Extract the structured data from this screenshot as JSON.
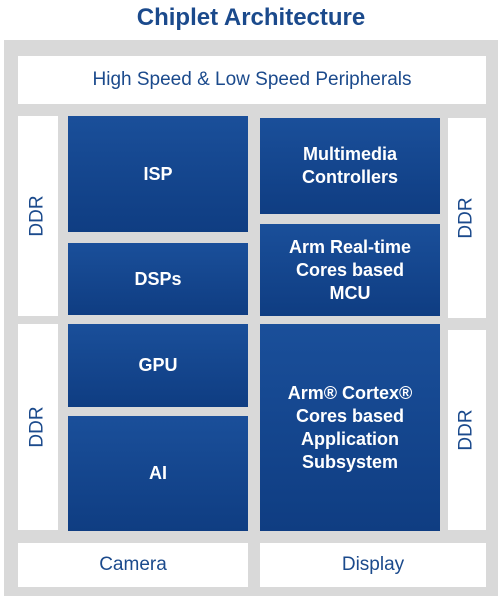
{
  "title": "Chiplet Architecture",
  "peripherals": "High Speed & Low Speed Peripherals",
  "ddr": "DDR",
  "blocks": {
    "isp": "ISP",
    "dsps": "DSPs",
    "gpu": "GPU",
    "ai": "AI",
    "multimedia": "Multimedia\nControllers",
    "mcu": "Arm  Real-time\nCores based\nMCU",
    "app": "Arm®  Cortex®\nCores based\nApplication\nSubsystem"
  },
  "camera": "Camera",
  "display": "Display",
  "colors": {
    "blue": "#1a4f9a",
    "title": "#1b4a8c",
    "frame": "#d9d9d9"
  }
}
